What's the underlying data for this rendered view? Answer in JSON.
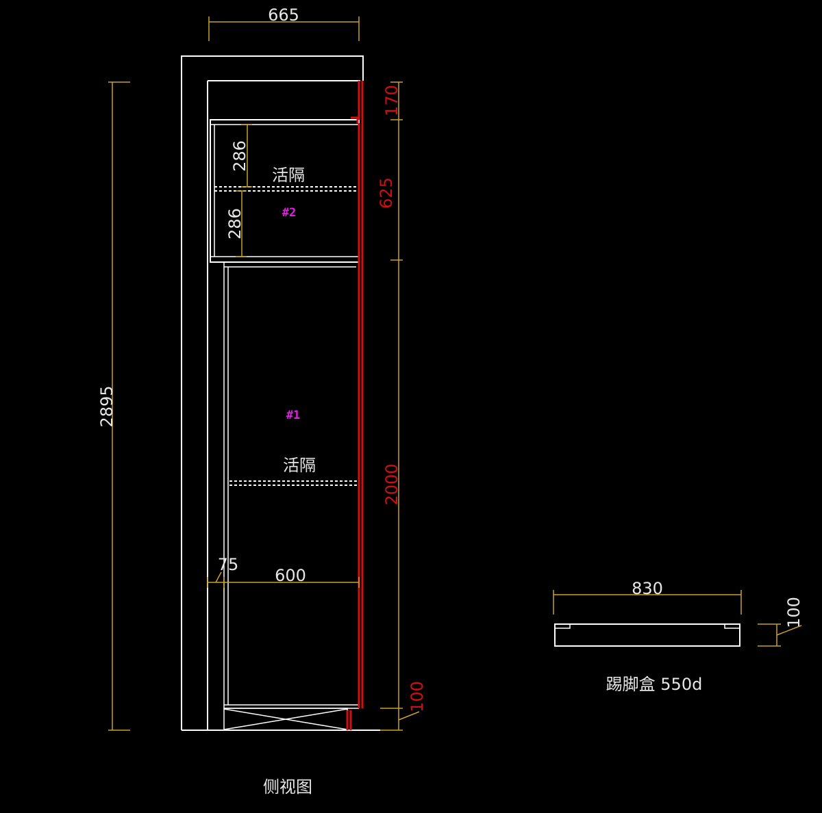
{
  "colors": {
    "background": "#000000",
    "outline": "#ffffff",
    "dimension": "#c9a227",
    "door": "#d01010",
    "tag": "#e020e0"
  },
  "side_view": {
    "title": "侧视图",
    "dimensions": {
      "total_width": "665",
      "total_height": "2895",
      "top_gap": "170",
      "upper_door": "625",
      "lower_door": "2000",
      "plinth": "100",
      "shelf_upper_1": "286",
      "shelf_upper_2": "286",
      "inner_depth": "600",
      "offset": "75"
    },
    "labels": {
      "upper_shelf": "活隔",
      "lower_shelf": "活隔",
      "upper_tag": "#2",
      "lower_tag": "#1"
    }
  },
  "kick_box": {
    "caption": "踢脚盒 550d",
    "width": "830",
    "height": "100"
  }
}
